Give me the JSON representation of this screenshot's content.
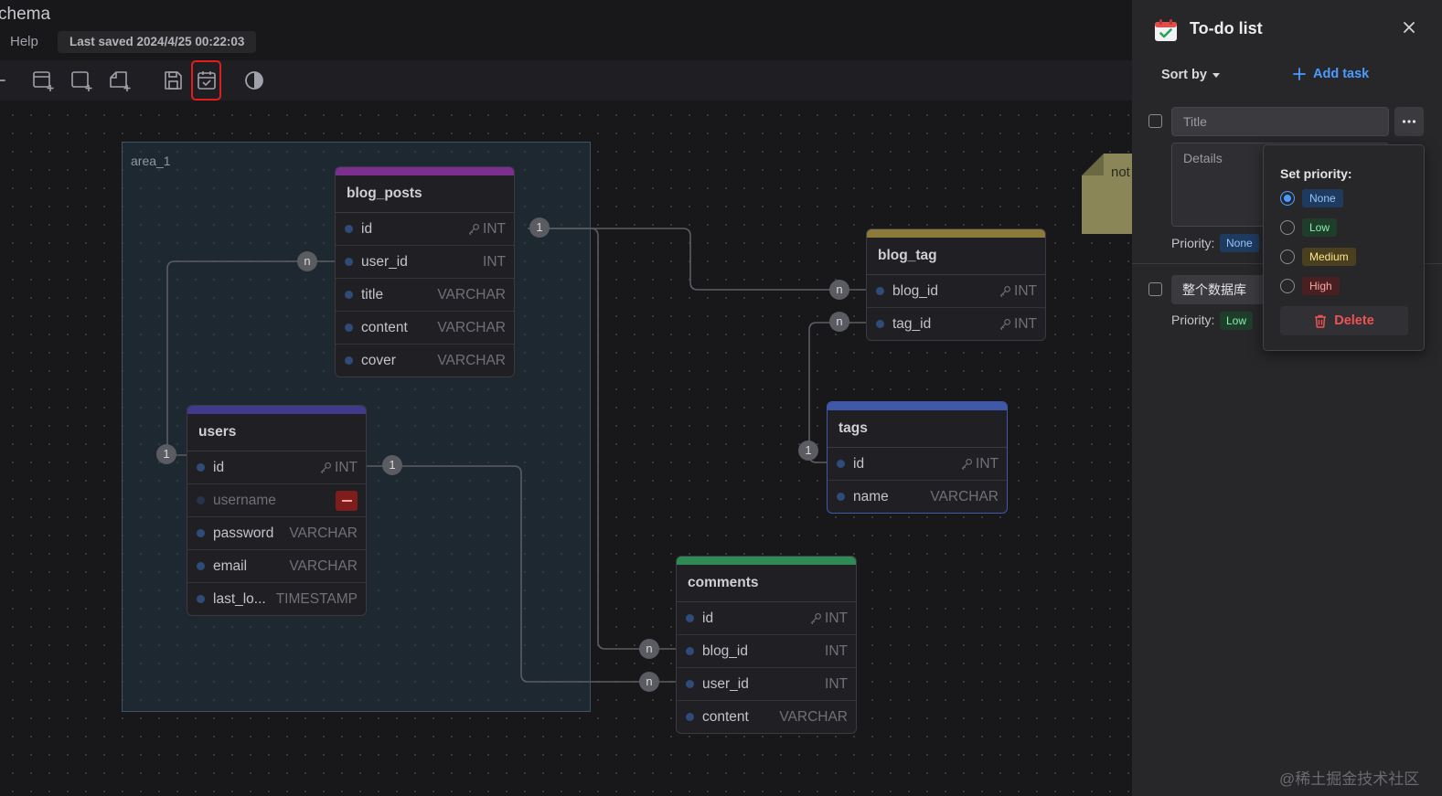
{
  "app": {
    "title_fragment": "chema",
    "menu_help": "Help",
    "last_saved": "Last saved 2024/4/25 00:22:03"
  },
  "toolbar": {
    "icons": [
      "add-table-icon",
      "add-area-icon",
      "add-note-icon",
      "save-icon",
      "todo-icon",
      "theme-toggle-icon"
    ],
    "highlighted": "todo-icon"
  },
  "canvas": {
    "area": {
      "label": "area_1"
    },
    "note": {
      "text": "not"
    },
    "tables": {
      "blog_posts": {
        "name": "blog_posts",
        "color": "#7b2f8f",
        "fields": [
          {
            "name": "id",
            "type": "INT",
            "pk": true
          },
          {
            "name": "user_id",
            "type": "INT"
          },
          {
            "name": "title",
            "type": "VARCHAR"
          },
          {
            "name": "content",
            "type": "VARCHAR"
          },
          {
            "name": "cover",
            "type": "VARCHAR"
          }
        ]
      },
      "users": {
        "name": "users",
        "color": "#3f3a8a",
        "fields": [
          {
            "name": "id",
            "type": "INT",
            "pk": true
          },
          {
            "name": "username",
            "type": ""
          },
          {
            "name": "password",
            "type": "VARCHAR"
          },
          {
            "name": "email",
            "type": "VARCHAR"
          },
          {
            "name": "last_lo...",
            "type": "TIMESTAMP"
          }
        ]
      },
      "blog_tag": {
        "name": "blog_tag",
        "color": "#8a7b3a",
        "fields": [
          {
            "name": "blog_id",
            "type": "INT",
            "pk": true
          },
          {
            "name": "tag_id",
            "type": "INT",
            "pk": true
          }
        ]
      },
      "tags": {
        "name": "tags",
        "color": "#3f58a8",
        "fields": [
          {
            "name": "id",
            "type": "INT",
            "pk": true
          },
          {
            "name": "name",
            "type": "VARCHAR"
          }
        ]
      },
      "comments": {
        "name": "comments",
        "color": "#2f8a55",
        "fields": [
          {
            "name": "id",
            "type": "INT",
            "pk": true
          },
          {
            "name": "blog_id",
            "type": "INT"
          },
          {
            "name": "user_id",
            "type": "INT"
          },
          {
            "name": "content",
            "type": "VARCHAR"
          }
        ]
      }
    },
    "cardinality": {
      "one": "1",
      "many": "n"
    }
  },
  "todo": {
    "title": "To-do list",
    "sort_by": "Sort by",
    "add_task": "Add task",
    "priority_label": "Priority:",
    "tasks": [
      {
        "title_placeholder": "Title",
        "details_placeholder": "Details",
        "priority": "None"
      },
      {
        "title": "整个数据库",
        "priority": "Low"
      }
    ],
    "popover": {
      "title": "Set priority:",
      "options": [
        "None",
        "Low",
        "Medium",
        "High"
      ],
      "selected": "None",
      "delete": "Delete"
    },
    "priority_colors": {
      "None": {
        "bg": "#1e3a5f",
        "fg": "#93c5fd"
      },
      "Low": {
        "bg": "#1f3d2b",
        "fg": "#86efac"
      },
      "Medium": {
        "bg": "#4a3f1f",
        "fg": "#fde68a"
      },
      "High": {
        "bg": "#4a1f22",
        "fg": "#fca5a5"
      }
    }
  },
  "watermark": "@稀土掘金技术社区"
}
